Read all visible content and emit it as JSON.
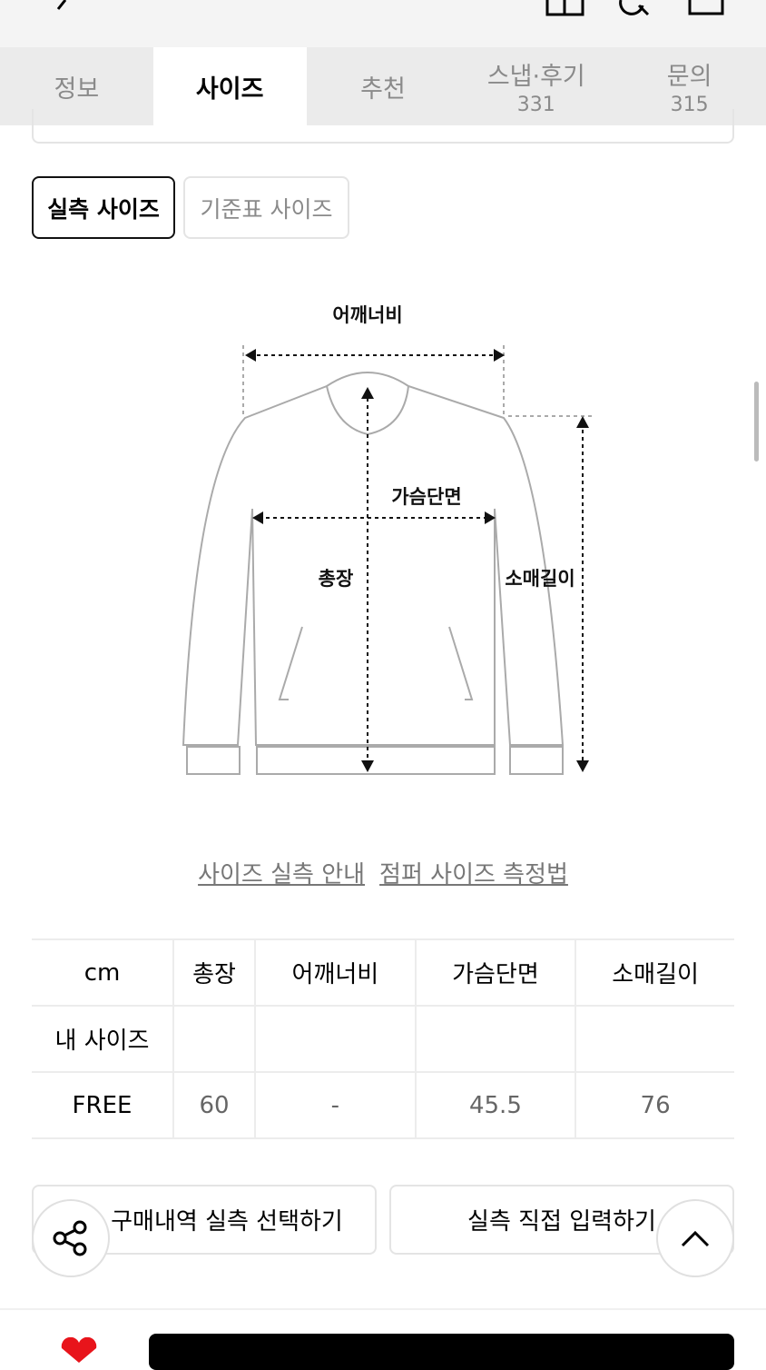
{
  "tabs": [
    {
      "label": "정보"
    },
    {
      "label": "사이즈",
      "active": true
    },
    {
      "label": "추천"
    },
    {
      "label": "스냅·후기",
      "count": "331"
    },
    {
      "label": "문의",
      "count": "315"
    }
  ],
  "size_toggle": {
    "measured": "실측 사이즈",
    "standard": "기준표 사이즈"
  },
  "diagram": {
    "shoulder": "어깨너비",
    "chest": "가슴단면",
    "length": "총장",
    "sleeve": "소매길이"
  },
  "links": {
    "guide": "사이즈 실측 안내",
    "method": "점퍼 사이즈 측정법"
  },
  "table": {
    "headers": [
      "cm",
      "총장",
      "어깨너비",
      "가슴단면",
      "소매길이"
    ],
    "rows": [
      {
        "label": "내 사이즈",
        "values": [
          "",
          "",
          "",
          ""
        ]
      },
      {
        "label": "FREE",
        "values": [
          "60",
          "-",
          "45.5",
          "76"
        ]
      }
    ]
  },
  "buttons": {
    "purchase_history": "구매내역 실측 선택하기",
    "direct_input": "실측 직접 입력하기"
  },
  "colors": {
    "heart": "#e8141b",
    "buy": "#000000"
  }
}
